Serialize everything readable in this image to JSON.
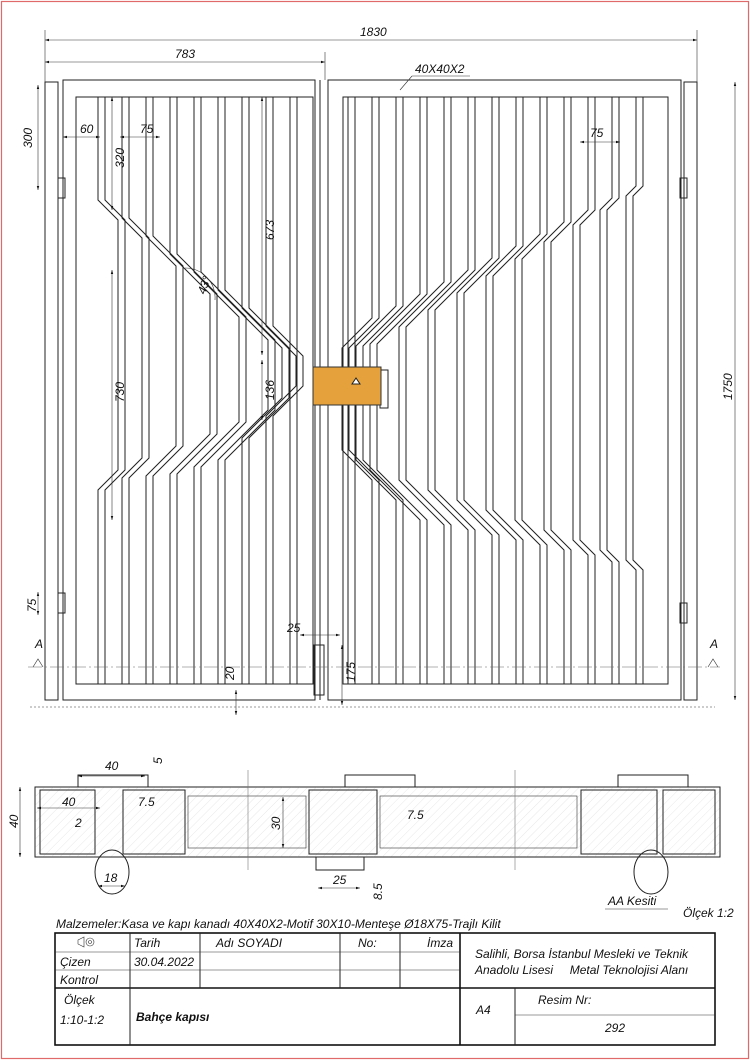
{
  "drawing": {
    "front_view": {
      "profile_label": "40X40X2",
      "dims": {
        "overall_width": "1830",
        "leaf_width": "783",
        "hinge_top": "300",
        "frame_gap": "60",
        "bar_spacing_left": "75",
        "bar_spacing_right": "75",
        "top_segment": "320",
        "middle_segment": "673",
        "angle": "43°",
        "long_segment": "730",
        "center_segment": "136",
        "hinge_bottom": "75",
        "overall_height": "1750",
        "bolt_width": "25",
        "bolt_height": "175",
        "ground_gap": "20"
      },
      "section_marks": [
        "A",
        "A"
      ],
      "lock_color": "#E5A23C"
    },
    "section_view": {
      "title": "AA Kesiti",
      "scale": "Ölçek 1:2",
      "dims": {
        "profile_width_top": "40",
        "plate_thickness": "5",
        "profile_width": "40",
        "gap": "7.5",
        "wall": "2",
        "height": "40",
        "motif_height": "30",
        "center_gap": "7.5",
        "hinge_dia": "18",
        "latch_width": "25",
        "latch_offset": "8.5"
      }
    }
  },
  "title_block": {
    "materials": "Malzemeler:Kasa ve kapı kanadı 40X40X2-Motif 30X10-Menteşe Ø18X75-Trajlı Kilit",
    "projection_symbol": "first-angle-projection-icon",
    "headers": {
      "date": "Tarih",
      "name": "Adı SOYADI",
      "no": "No:",
      "signature": "İmza"
    },
    "rows": [
      {
        "role": "Çizen",
        "date": "30.04.2022",
        "name": "",
        "no": "",
        "signature": ""
      },
      {
        "role": "Kontrol",
        "date": "",
        "name": "",
        "no": "",
        "signature": ""
      }
    ],
    "school_line1": "Salihli, Borsa İstanbul Mesleki ve Teknik",
    "school_line2": "Anadolu Lisesi     Metal Teknolojisi Alanı",
    "scale_label": "Ölçek",
    "scale_value": "1:10-1:2",
    "drawing_title": "Bahçe kapısı",
    "paper_size": "A4",
    "drawing_no_label": "Resim Nr:",
    "drawing_no": "292"
  }
}
